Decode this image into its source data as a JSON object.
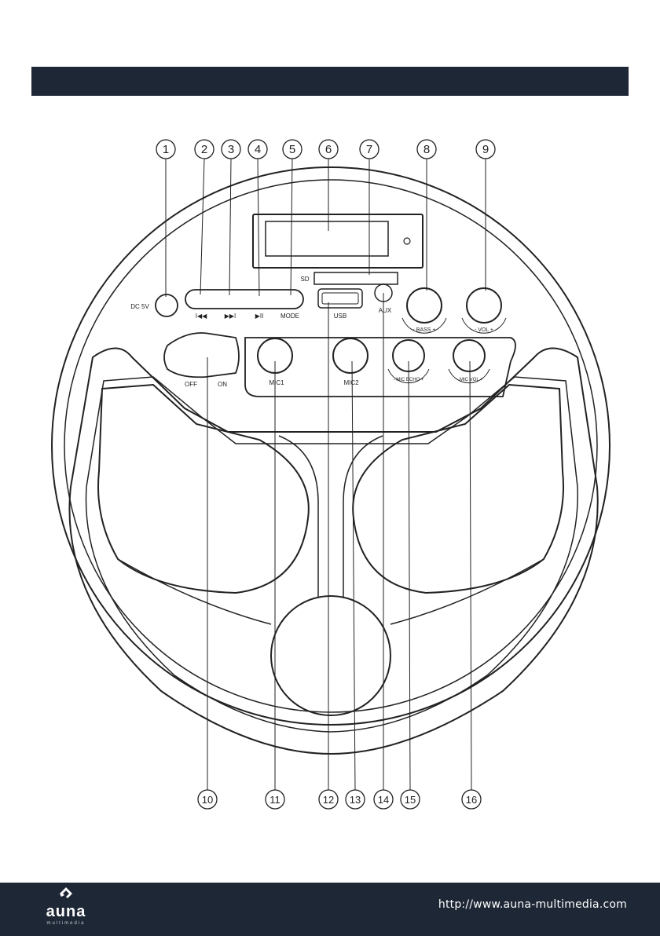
{
  "callouts_top": [
    "1",
    "2",
    "3",
    "4",
    "5",
    "6",
    "7",
    "8",
    "9"
  ],
  "callouts_bottom": [
    "10",
    "11",
    "12",
    "13",
    "14",
    "15",
    "16"
  ],
  "labels": {
    "dc": "DC 5V",
    "mode": "MODE",
    "sd": "SD",
    "usb": "USB",
    "aux": "AUX",
    "bass": "- BASS +",
    "vol": "- VOL +",
    "off": "OFF",
    "on": "ON",
    "mic1": "MIC1",
    "mic2": "MIC2",
    "mic_echo": "- MIC ECHO +",
    "mic_vol": "- MIC VOL +"
  },
  "button_symbols": {
    "prev": "I◀◀",
    "next": "▶▶I",
    "play_pause": "▶II"
  },
  "footer": {
    "brand": "auna",
    "brand_sub": "multimedia",
    "url": "http://www.auna-multimedia.com"
  },
  "colors": {
    "bar": "#1e2735",
    "line": "#222222"
  }
}
